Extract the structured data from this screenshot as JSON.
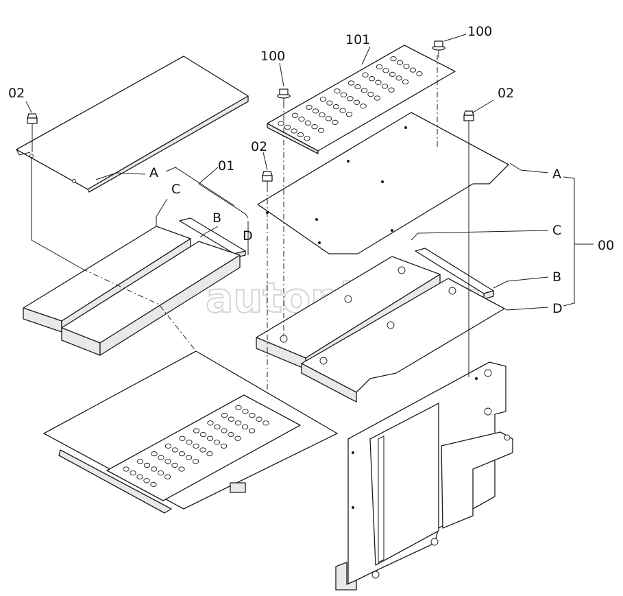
{
  "callouts": {
    "bolt_left": "02",
    "bolt_mid": "02",
    "bolt_right": "02",
    "washer_bolt_a": "100",
    "washer_bolt_b": "100",
    "perforated_plate": "101",
    "mat_set_left": "01",
    "assembly": "00"
  },
  "letters": {
    "a_left": "A",
    "c_left": "C",
    "b_left": "B",
    "d_left": "D",
    "a_right": "A",
    "c_right": "C",
    "b_right": "B",
    "d_right": "D"
  },
  "watermark": "autopiter.ru"
}
